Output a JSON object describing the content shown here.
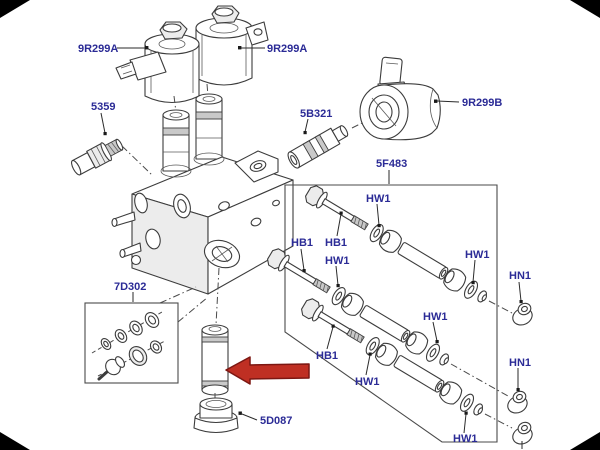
{
  "diagram": {
    "kind": "exploded-parts-diagram",
    "part_labels": {
      "solenoid_coil_a": "9R299A",
      "pressure_switch": "5359",
      "solenoid_cartridge": "5B321",
      "solenoid_coil_b": "9R299B",
      "hardware_kit_box": "5F483",
      "seal_kit_box": "7D302",
      "filter_cap": "5D087",
      "hex_bolt": "HB1",
      "washer": "HW1",
      "hex_nut": "HN1"
    },
    "colors": {
      "label_text": "#2b2b96",
      "line_art": "#3c3c3c",
      "highlight_arrow": "#bf2f23",
      "background": "#ffffff"
    }
  }
}
